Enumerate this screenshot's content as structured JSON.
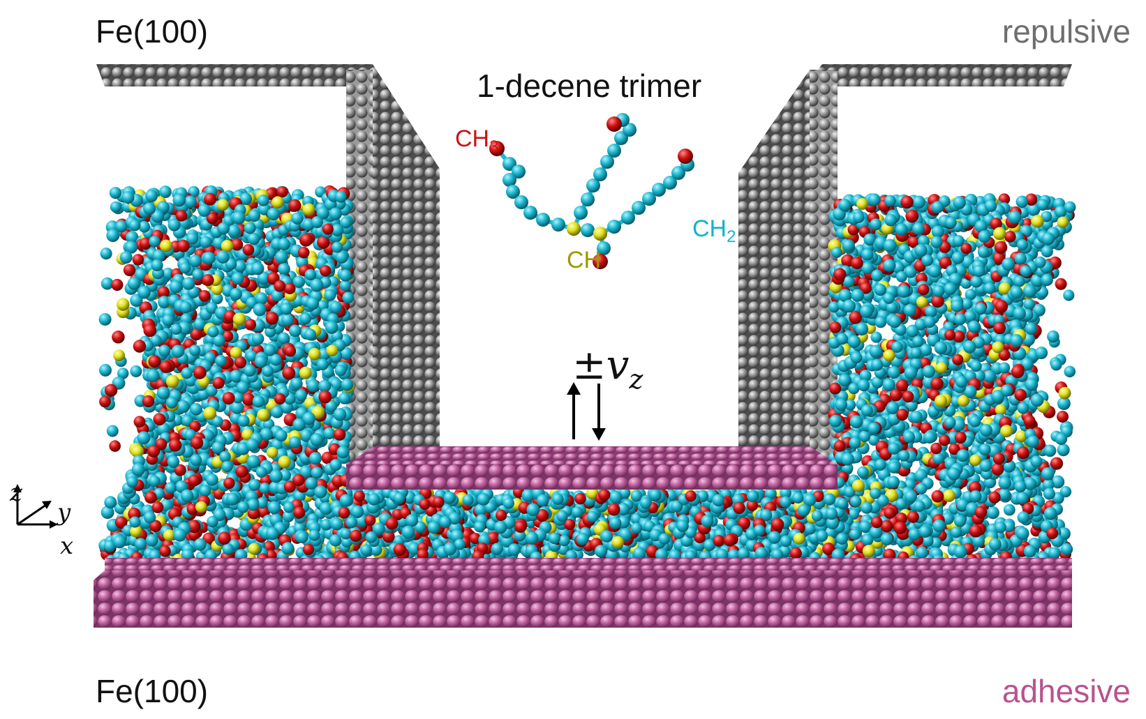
{
  "labels": {
    "top_surface": "Fe(100)",
    "bottom_surface": "Fe(100)",
    "top_type": "repulsive",
    "bottom_type": "adhesive",
    "molecule_title": "1-decene trimer",
    "ch3": "CH",
    "ch3_sub": "3",
    "ch": "CH",
    "ch2": "CH",
    "ch2_sub": "2",
    "velocity_pm": "±",
    "velocity_v": "v",
    "velocity_sub": "z",
    "axis_z": "z",
    "axis_y": "y",
    "axis_x": "x"
  },
  "colors": {
    "repulsive_atom": "#8c8c8c",
    "adhesive_atom": "#b25a92",
    "ch2_bead": "#1bb8cf",
    "ch3_bead": "#cc1111",
    "ch_bead": "#dede22"
  }
}
